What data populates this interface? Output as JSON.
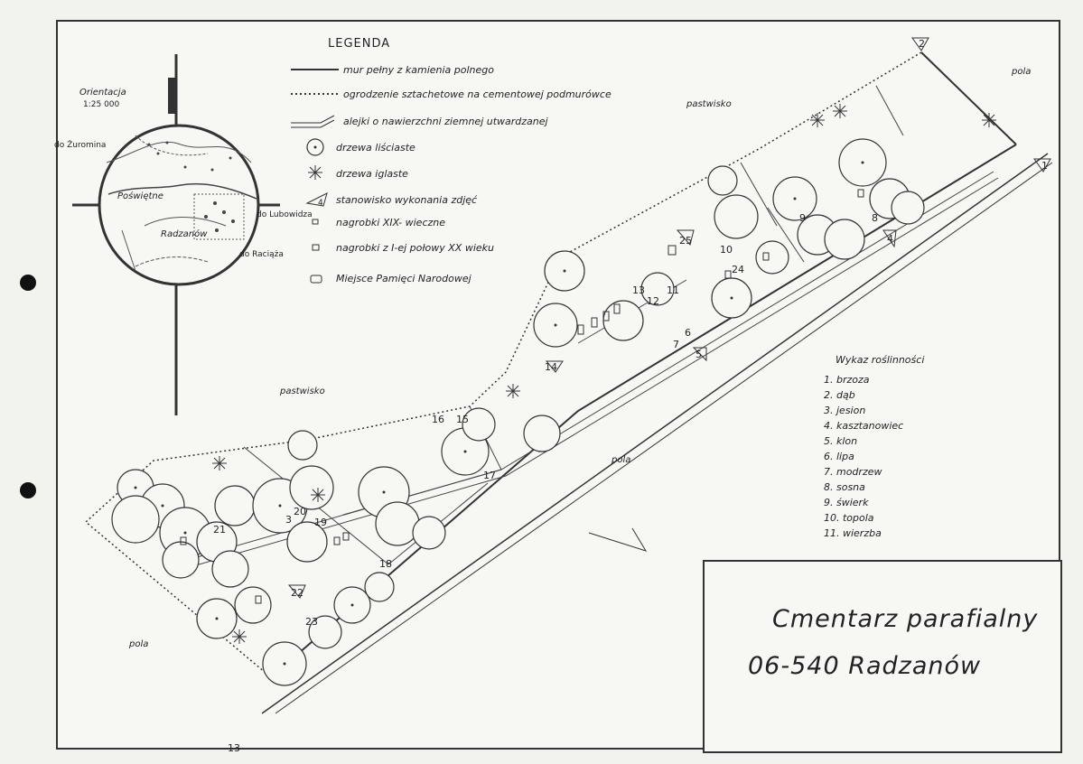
{
  "legend": {
    "title": "LEGENDA",
    "items": [
      "mur pełny z kamienia polnego",
      "ogrodzenie sztachetowe na cementowej podmurówce",
      "alejki o nawierzchni ziemnej utwardzanej",
      "drzewa liściaste",
      "drzewa iglaste",
      "stanowisko wykonania zdjęć",
      "nagrobki XIX- wieczne",
      "nagrobki z I-ej połowy XX wieku",
      "Miejsce Pamięci Narodowej"
    ],
    "camera_symbol_number": "4"
  },
  "orientation": {
    "title": "Orientacja",
    "scale": "1:25 000",
    "places": {
      "poswietne": "Poświętne",
      "radzanow": "Radzanów",
      "to_zuromin": "do Żuromina",
      "to_lubowidz": "do Lubowidza",
      "to_raciaz": "do Raciąża"
    }
  },
  "area_labels": {
    "pola_top_right": "pola",
    "pastwisko_top": "pastwisko",
    "pastwisko_left": "pastwisko",
    "pola_middle": "pola",
    "pola_bottom_left": "pola"
  },
  "vegetation": {
    "title": "Wykaz roślinności",
    "items": [
      "1. brzoza",
      "2. dąb",
      "3. jesion",
      "4. kasztanowiec",
      "5. klon",
      "6. lipa",
      "7. modrzew",
      "8. sosna",
      "9. świerk",
      "10. topola",
      "11. wierzba"
    ]
  },
  "stations": [
    "1",
    "2",
    "3",
    "4",
    "5",
    "6",
    "7",
    "8",
    "9",
    "10",
    "11",
    "12",
    "13",
    "14",
    "15",
    "16",
    "17",
    "18",
    "19",
    "20",
    "21",
    "22",
    "23",
    "24",
    "25"
  ],
  "title_block": {
    "line1": "Cmentarz parafialny",
    "line2": "06-540 Radzanów"
  },
  "sheet_mark": "13"
}
